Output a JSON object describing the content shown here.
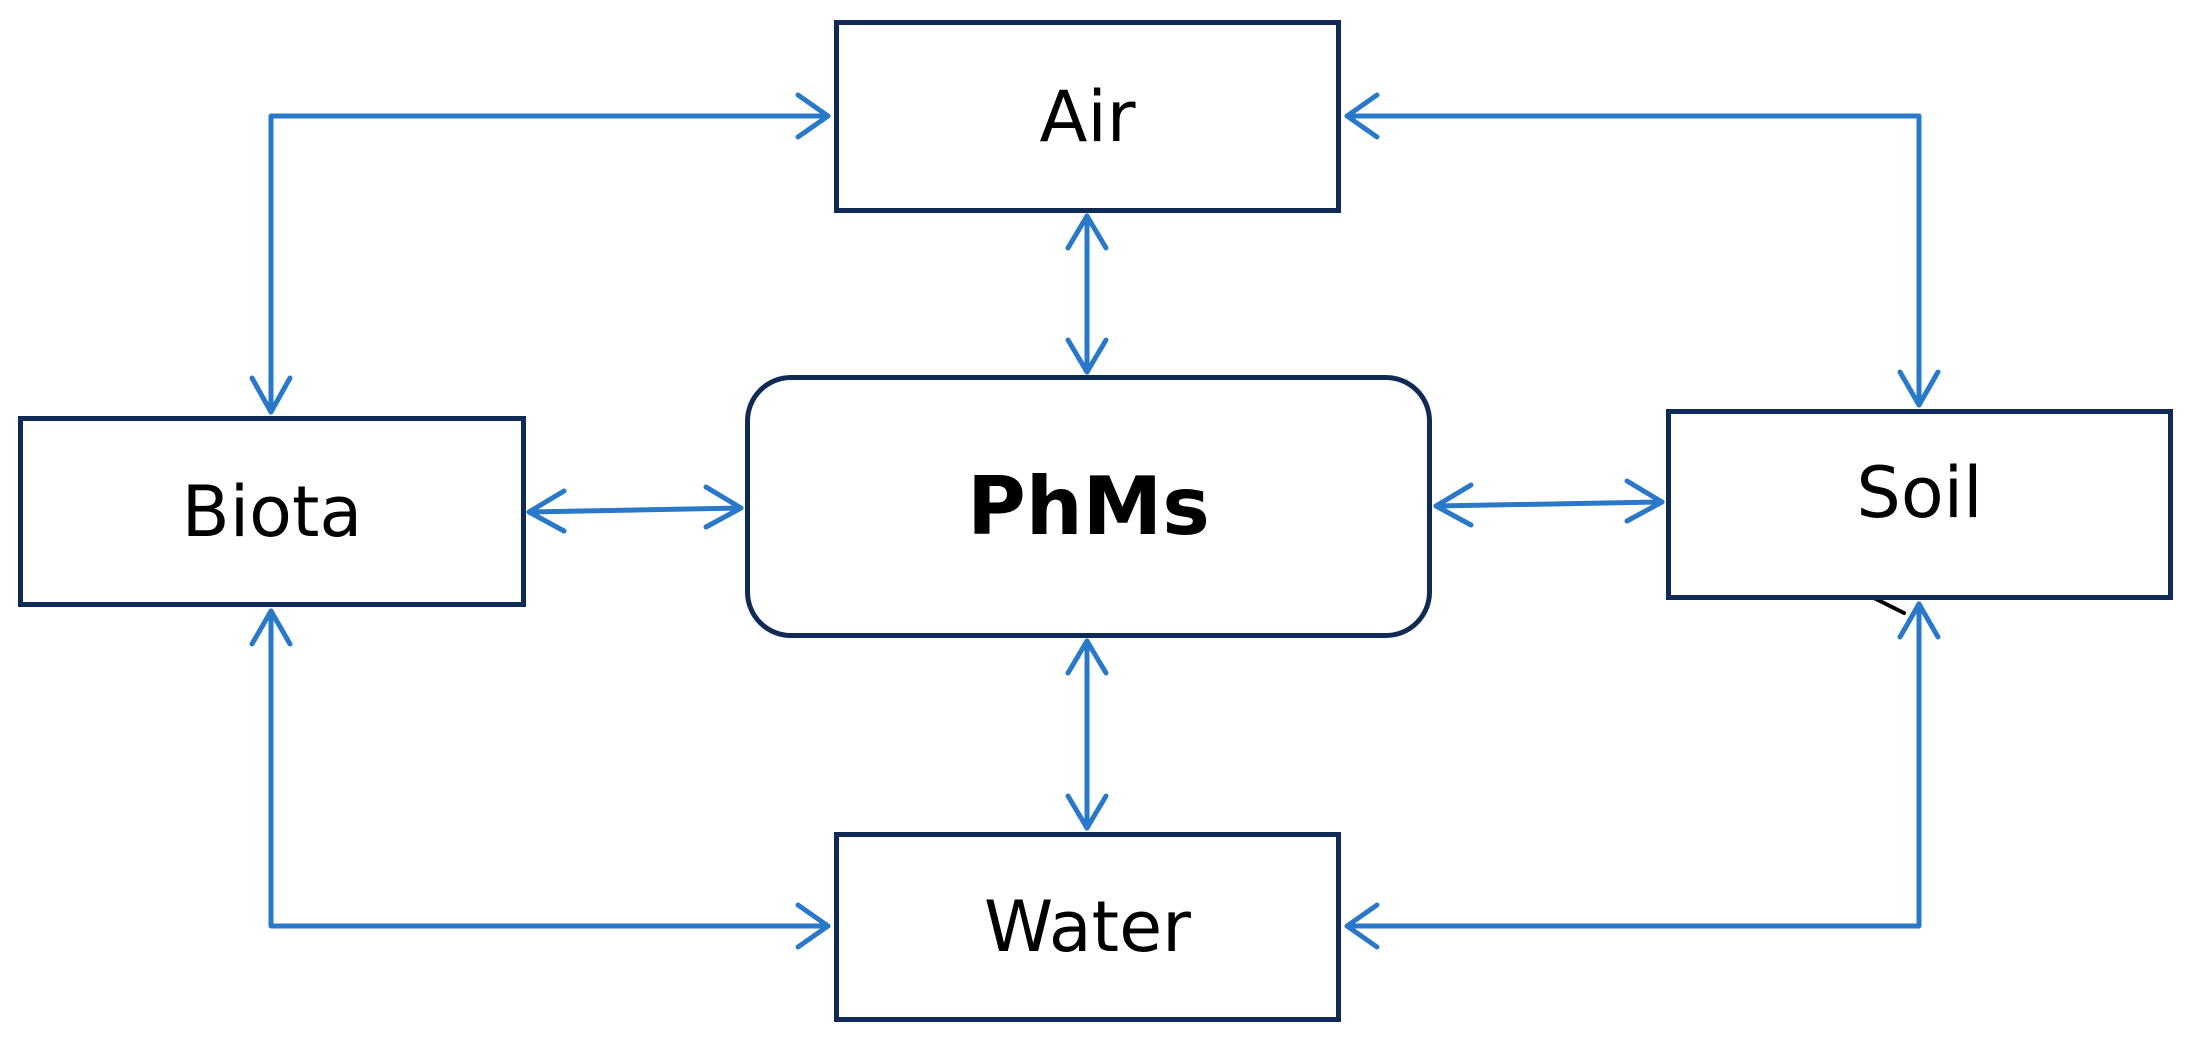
{
  "diagram": {
    "nodes": {
      "air": "Air",
      "biota": "Biota",
      "soil": "Soil",
      "water": "Water",
      "center": "PhMs"
    },
    "colors": {
      "arrow": "#2a78c8",
      "box_border": "#0f2a55",
      "text": "#000000",
      "stray_mark": "#000000"
    },
    "edges": [
      {
        "from": "Air",
        "to": "Biota",
        "direction": "both"
      },
      {
        "from": "Air",
        "to": "Soil",
        "direction": "both"
      },
      {
        "from": "Air",
        "to": "PhMs",
        "direction": "both"
      },
      {
        "from": "Biota",
        "to": "PhMs",
        "direction": "both"
      },
      {
        "from": "Soil",
        "to": "PhMs",
        "direction": "both"
      },
      {
        "from": "Water",
        "to": "PhMs",
        "direction": "both"
      },
      {
        "from": "Biota",
        "to": "Water",
        "direction": "both"
      },
      {
        "from": "Soil",
        "to": "Water",
        "direction": "both"
      }
    ]
  }
}
